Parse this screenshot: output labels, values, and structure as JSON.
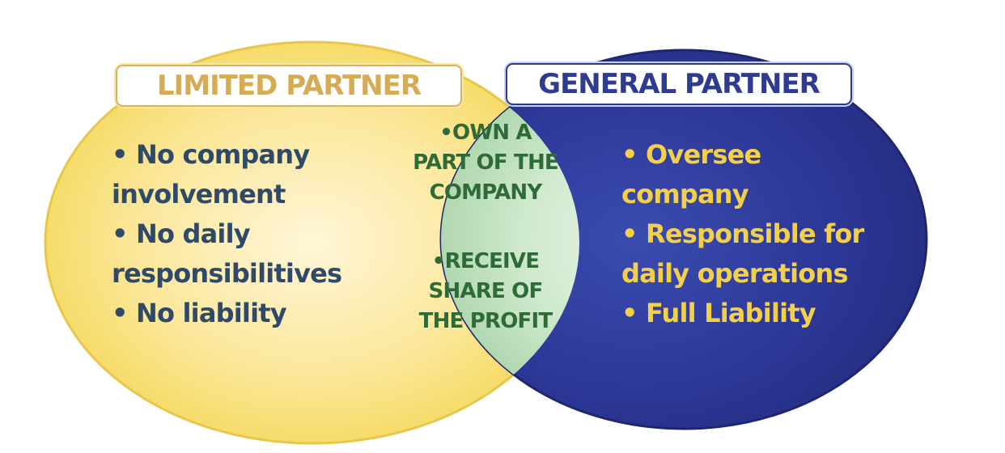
{
  "limited_partner": {
    "title": "LIMITED PARTNER",
    "items": [
      "• No company",
      "involvement",
      "• No daily",
      "responsibilitives",
      "• No liability"
    ]
  },
  "general_partner": {
    "title": "GENERAL PARTNER",
    "items": [
      "• Oversee",
      "company",
      "• Responsible for",
      "daily operations",
      "• Full Liability"
    ]
  },
  "shared": {
    "own": "•OWN A\nPART OF THE\nCOMPANY",
    "receive": "•RECEIVE\nSHARE OF\nTHE PROFIT"
  },
  "colors": {
    "limited_fill": "#f7dc6a",
    "general_fill": "#2c3591",
    "overlap_fill": "#bfe0bf",
    "limited_text": "#2f4a68",
    "general_text": "#f3d04b",
    "overlap_text": "#2f6b38"
  }
}
